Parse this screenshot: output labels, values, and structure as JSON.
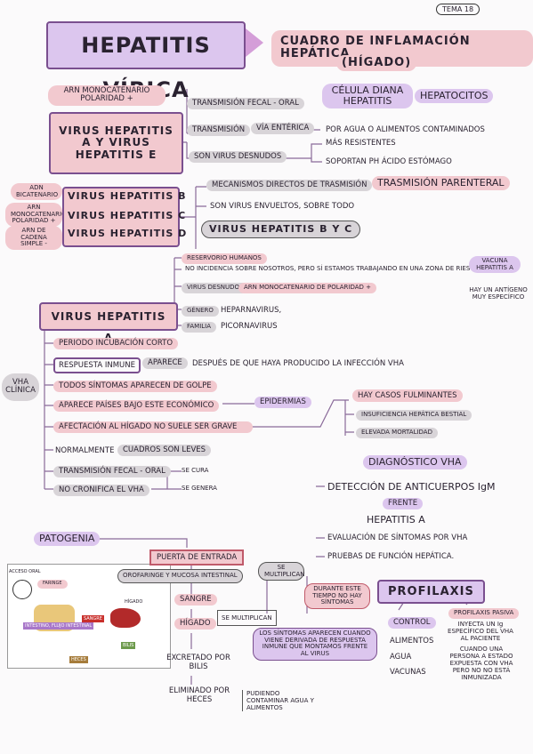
{
  "tema": "TEMA 18",
  "title": "HEPATITIS VÍRICA",
  "subtitle": "CUADRO DE INFLAMACIÓN HEPÁTICA",
  "subtitle2": "(HÍGADO)",
  "arn_mono": "ARN MONOCATENARIO POLARIDAD +",
  "celula_diana": "CÉLULA DIANA HEPATITIS",
  "hepatocitos": "HEPATOCITOS",
  "virus_ae": "VIRUS HEPATITIS A Y VIRUS HEPATITIS E",
  "trans_fecal_oral": "TRANSMISIÓN FECAL - ORAL",
  "transmision": "TRANSMISIÓN",
  "via_enterica": "VÍA ENTÉRICA",
  "por_agua": "POR AGUA O ALIMENTOS CONTAMINADOS",
  "virus_desnudos": "SON VIRUS DESNUDOS",
  "mas_resistentes": "MÁS RESISTENTES",
  "ph_acido": "SOPORTAN PH ÁCIDO ESTÓMAGO",
  "adn_bicat": "ADN BICATENARIO",
  "arn_mono2": "ARN MONOCATENARIO POLARIDAD +",
  "arn_simple": "ARN DE CADENA SIMPLE -",
  "virus_b": "VIRUS HEPATITIS B",
  "virus_c": "VIRUS HEPATITIS C",
  "virus_d": "VIRUS HEPATITIS D",
  "mecanismos": "MECANISMOS DIRECTOS DE TRASMISIÓN",
  "trans_parenteral": "TRASMISIÓN PARENTERAL",
  "envueltos": "SON VIRUS ENVUELTOS, SOBRE TODO",
  "virus_bc": "VIRUS HEPATITIS B Y C",
  "virus_a": "VIRUS HEPATITIS A",
  "reservorio": "RESERVORIO HUMANOS",
  "incidencia": "NO INCIDENCIA SOBRE NOSOTROS, PERO SÍ ESTAMOS TRABAJANDO EN UNA ZONA DE RIESGO",
  "virus_desnudos2": "VIRUS DESNUDOS",
  "arn_mono3": "ARN MONOCATENARIO DE POLARIDAD +",
  "genero": "GÉNERO",
  "heparnavirus": "HEPARNAVIRUS,",
  "familia": "FAMILIA",
  "picornavirus": "PICORNAVIRUS",
  "vacuna": "VACUNA HEPATITIS A",
  "antigeno": "HAY UN ANTÍGENO MUY ESPECÍFICO",
  "clinica": "VHA CLÍNICA",
  "incubacion": "PERIODO INCUBACIÓN CORTO",
  "respuesta": "RESPUESTA INMUNE",
  "aparece": "APARECE",
  "despues": "DESPUÉS DE QUE HAYA PRODUCIDO LA INFECCIÓN VHA",
  "sintomas": "TODOS SÍNTOMAS APARECEN DE GOLPE",
  "paises": "APARECE PAÍSES BAJO ESTE ECONÓMICO",
  "epidermias": "EPIDERMIAS",
  "afectacion": "AFECTACIÓN AL HÍGADO NO SUELE SER GRAVE",
  "fulminantes": "HAY CASOS FULMINANTES",
  "insuficiencia": "INSUFICIENCIA HEPÁTICA BESTIAL",
  "mortalidad": "ELEVADA MORTALIDAD",
  "normalmente": "NORMALMENTE",
  "cuadros_leves": "CUADROS SON LEVES",
  "trans_fecal2": "TRANSMISIÓN FECAL - ORAL",
  "se_cura": "SE CURA",
  "no_croniza": "NO CRONIFICA EL VHA",
  "se_genera": "SE GENERA",
  "diagnostico": "DIAGNÓSTICO VHA",
  "deteccion": "DETECCIÓN DE ANTICUERPOS IgM",
  "frente": "FRENTE",
  "hep_a": "HEPATITIS A",
  "evaluacion": "EVALUACIÓN DE SÍNTOMAS POR VHA",
  "pruebas": "PRUEBAS DE FUNCIÓN HEPÁTICA.",
  "patogenia": "PATOGENIA",
  "puerta": "PUERTA DE ENTRADA",
  "orofaringe": "OROFARINGE Y MUCOSA INTESTINAL",
  "se_multiplican": "SE MULTIPLICAN",
  "durante": "DURANTE ESTE TIEMPO NO HAY SÍNTOMAS",
  "sangre": "SANGRE",
  "higado": "HÍGADO",
  "se_multiplican2": "SE MULTIPLICAN",
  "los_sintomas": "LOS SÍNTOMAS APARECEN CUANDO VIENE DERIVADA DE RESPUESTA INMUNE QUE MONTAMOS FRENTE AL VIRUS",
  "excretado": "EXCRETADO POR BILIS",
  "eliminado": "ELIMINADO POR HECES",
  "pudiendo": "PUDIENDO CONTAMINAR AGUA Y ALIMENTOS",
  "profilaxis": "PROFILAXIS",
  "control": "CONTROL",
  "alimentos": "ALIMENTOS",
  "agua": "AGUA",
  "vacunas": "VACUNAS",
  "prof_pasiva": "PROFILAXIS PASIVA",
  "inyecta": "INYECTA UN Ig ESPECÍFICO DEL VHA AL PACIENTE",
  "cuando": "CUANDO UNA PERSONA A ESTADO EXPUESTA CON VHA PERO NO NO ESTÁ INMUNIZADA",
  "diag": {
    "acceso": "ACCESO ORAL",
    "faringe": "FARINGE",
    "intestino": "INTESTINO, FLUJO INTESTINAL",
    "sangre": "SANGRE",
    "higado": "HÍGADO",
    "bilis": "BILIS",
    "heces": "HECES"
  }
}
